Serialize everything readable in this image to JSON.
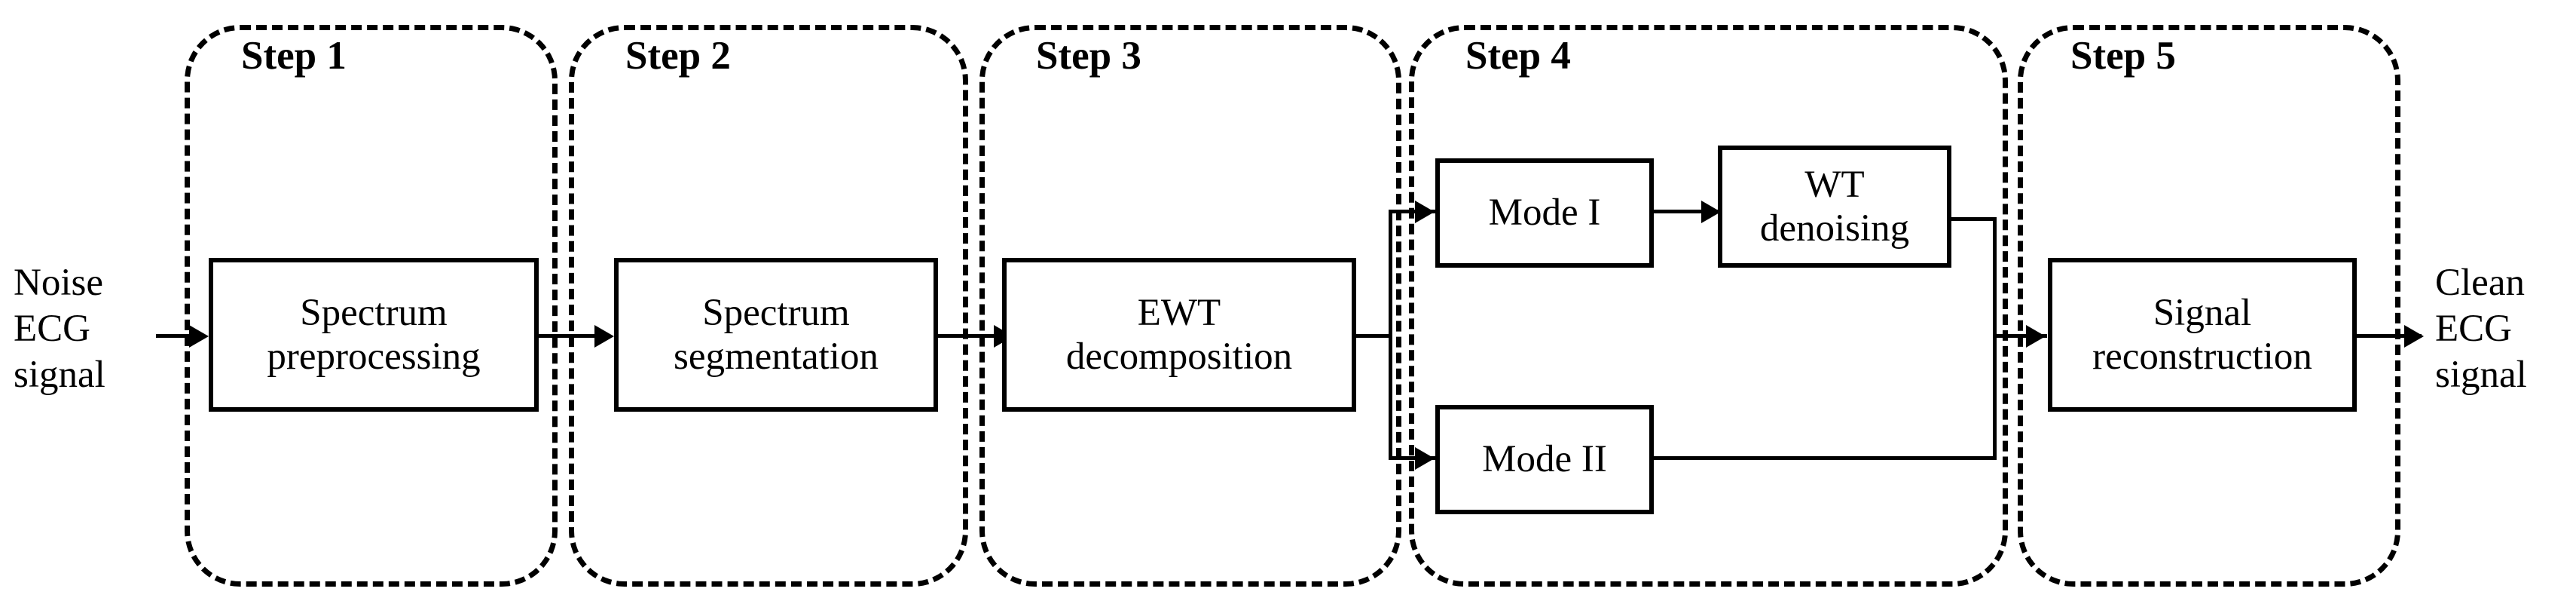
{
  "figure": {
    "title": "ECG denoising pipeline block diagram",
    "type": "flowchart",
    "orientation": "left-to-right",
    "ink_color": "#000000",
    "background_color": "#ffffff"
  },
  "input_label": {
    "line1": "Noise",
    "line2": "ECG",
    "line3": "signal"
  },
  "output_label": {
    "line1": "Clean",
    "line2": "ECG",
    "line3": "signal"
  },
  "steps": [
    {
      "id": "step1",
      "label": "Step 1",
      "blocks": [
        {
          "id": "spectrum-preprocessing",
          "line1": "Spectrum",
          "line2": "preprocessing"
        }
      ]
    },
    {
      "id": "step2",
      "label": "Step 2",
      "blocks": [
        {
          "id": "spectrum-segmentation",
          "line1": "Spectrum",
          "line2": "segmentation"
        }
      ]
    },
    {
      "id": "step3",
      "label": "Step 3",
      "blocks": [
        {
          "id": "ewt-decomposition",
          "line1": "EWT",
          "line2": "decomposition"
        }
      ]
    },
    {
      "id": "step4",
      "label": "Step 4",
      "blocks": [
        {
          "id": "mode-1",
          "line1": "Mode I",
          "line2": ""
        },
        {
          "id": "wt-denoising",
          "line1": "WT",
          "line2": "denoising"
        },
        {
          "id": "mode-2",
          "line1": "Mode II",
          "line2": ""
        }
      ]
    },
    {
      "id": "step5",
      "label": "Step 5",
      "blocks": [
        {
          "id": "signal-reconstruction",
          "line1": "Signal",
          "line2": "reconstruction"
        }
      ]
    }
  ],
  "connections": [
    {
      "from": "input",
      "to": "spectrum-preprocessing",
      "arrow": true
    },
    {
      "from": "spectrum-preprocessing",
      "to": "spectrum-segmentation",
      "arrow": true
    },
    {
      "from": "spectrum-segmentation",
      "to": "ewt-decomposition",
      "arrow": true
    },
    {
      "from": "ewt-decomposition",
      "to": "mode-1",
      "arrow": true
    },
    {
      "from": "ewt-decomposition",
      "to": "mode-2",
      "arrow": true
    },
    {
      "from": "mode-1",
      "to": "wt-denoising",
      "arrow": true
    },
    {
      "from": "wt-denoising",
      "to": "signal-reconstruction",
      "arrow": true
    },
    {
      "from": "mode-2",
      "to": "signal-reconstruction",
      "arrow": true
    },
    {
      "from": "signal-reconstruction",
      "to": "output",
      "arrow": true
    }
  ]
}
